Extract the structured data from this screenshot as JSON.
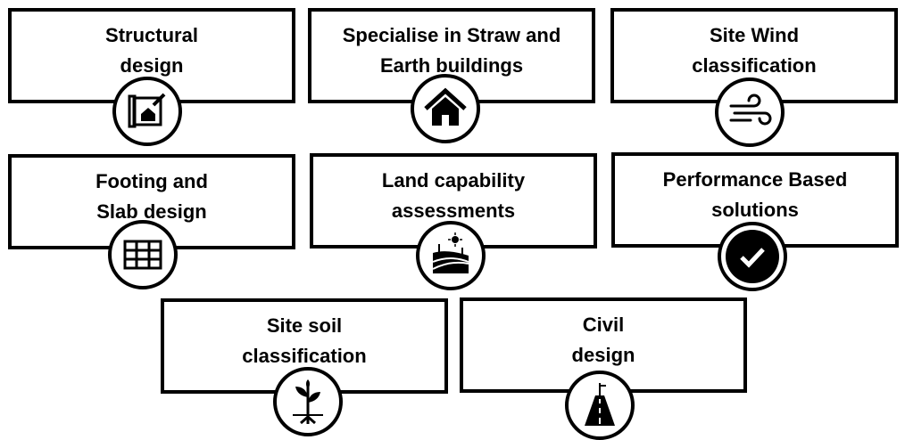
{
  "services": [
    {
      "label": "Structural\ndesign",
      "icon": "blueprint-house-icon"
    },
    {
      "label": "Specialise in Straw and\nEarth buildings",
      "icon": "house-icon"
    },
    {
      "label": "Site Wind\nclassification",
      "icon": "wind-icon"
    },
    {
      "label": "Footing and\nSlab design",
      "icon": "grid-icon"
    },
    {
      "label": "Land capability\nassessments",
      "icon": "landscape-icon"
    },
    {
      "label": "Performance Based\nsolutions",
      "icon": "checkmark-icon"
    },
    {
      "label": "Site soil\nclassification",
      "icon": "plant-icon"
    },
    {
      "label": "Civil\ndesign",
      "icon": "road-icon"
    }
  ]
}
